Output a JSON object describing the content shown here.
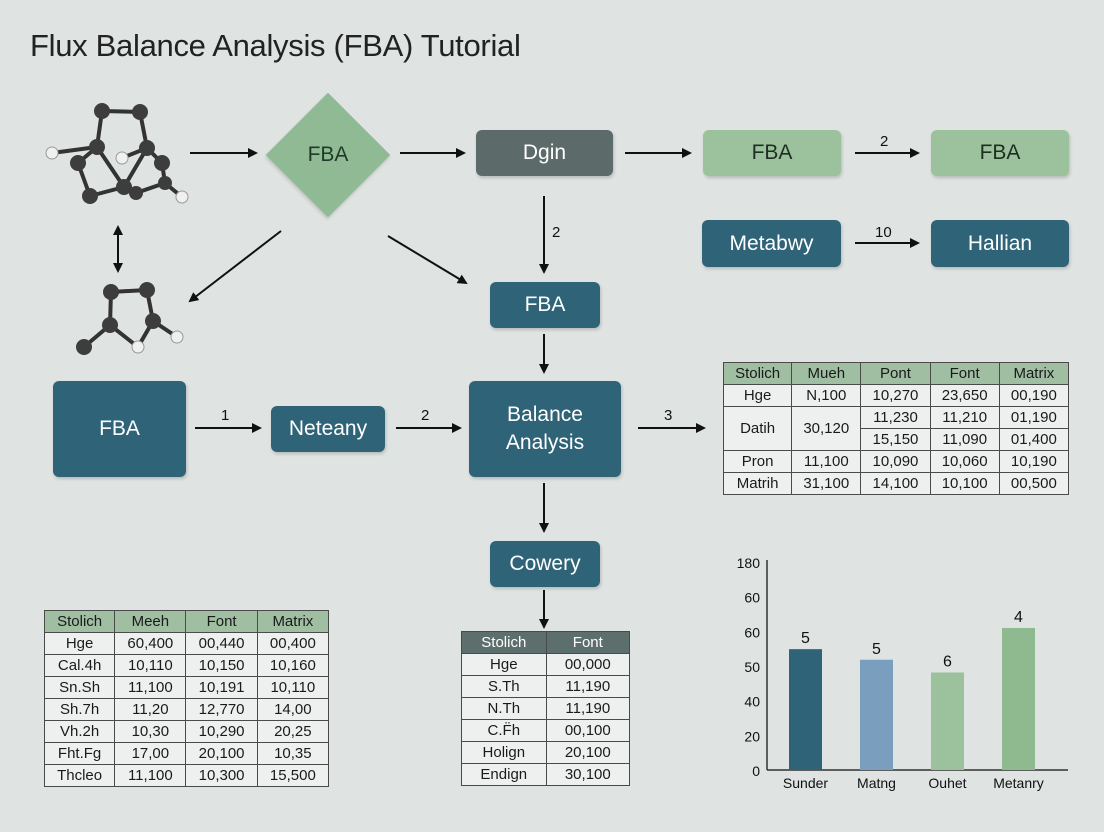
{
  "title": "Flux Balance Analysis (FBA) Tutorial",
  "nodes": {
    "diamond": "FBA",
    "dgin": "Dgin",
    "fba_top_a": "FBA",
    "fba_top_b": "FBA",
    "metabwy": "Metabwy",
    "hallian": "Hallian",
    "fba_center": "FBA",
    "fba_left": "FBA",
    "neteany": "Neteany",
    "balance_line1": "Balance",
    "balance_line2": "Analysis",
    "cowery": "Cowery"
  },
  "edge_labels": {
    "fba_to_fba": "2",
    "metabwy_to_hallian": "10",
    "dgin_to_fba": "2",
    "fba_to_neteany": "1",
    "neteany_to_balance": "2",
    "balance_to_table": "3"
  },
  "table_right": {
    "headers": [
      "Stolich",
      "Mueh",
      "Pont",
      "Font",
      "Matrix"
    ],
    "r1": [
      "Hge",
      "N,100",
      "10,270",
      "23,650",
      "00,190"
    ],
    "r2_label": "Datih",
    "r2_mueh": "30,120",
    "r2a": [
      "11,230",
      "11,210",
      "01,190"
    ],
    "r2b": [
      "15,150",
      "11,090",
      "01,400"
    ],
    "r3": [
      "Pron",
      "11,100",
      "10,090",
      "10,060",
      "10,190"
    ],
    "r4": [
      "Matrih",
      "31,100",
      "14,100",
      "10,100",
      "00,500"
    ]
  },
  "table_left": {
    "headers": [
      "Stolich",
      "Meeh",
      "Font",
      "Matrix"
    ],
    "rows": [
      [
        "Hge",
        "60,400",
        "00,440",
        "00,400"
      ],
      [
        "Cal.4h",
        "10,110",
        "10,150",
        "10,160"
      ],
      [
        "Sn.Sh",
        "11,100",
        "10,191",
        "10,110"
      ],
      [
        "Sh.7h",
        "11,20",
        "12,770",
        "14,00"
      ],
      [
        "Vh.2h",
        "10,30",
        "10,290",
        "20,25"
      ],
      [
        "Fht.Fg",
        "17,00",
        "20,100",
        "10,35"
      ],
      [
        "Thcleo",
        "11,100",
        "10,300",
        "15,500"
      ]
    ]
  },
  "table_mid": {
    "headers": [
      "Stolich",
      "Font"
    ],
    "rows": [
      [
        "Hge",
        "00,000"
      ],
      [
        "S.Th",
        "11,190"
      ],
      [
        "N.Th",
        "11,190"
      ],
      [
        "C.F̈h",
        "00,100"
      ],
      [
        "Holign",
        "20,100"
      ],
      [
        "Endign",
        "30,100"
      ]
    ]
  },
  "chart_data": {
    "type": "bar",
    "categories": [
      "Sunder",
      "Matng",
      "Ouhet",
      "Metanry"
    ],
    "values": [
      57,
      52,
      46,
      67
    ],
    "data_labels": [
      "5",
      "5",
      "6",
      "4"
    ],
    "colors": [
      "#2f6478",
      "#7a9fbe",
      "#9bc29c",
      "#8fb98e"
    ],
    "y_ticks": [
      "0",
      "20",
      "40",
      "50",
      "60",
      "60",
      "180"
    ],
    "ylim": [
      0,
      100
    ],
    "grid": false
  }
}
